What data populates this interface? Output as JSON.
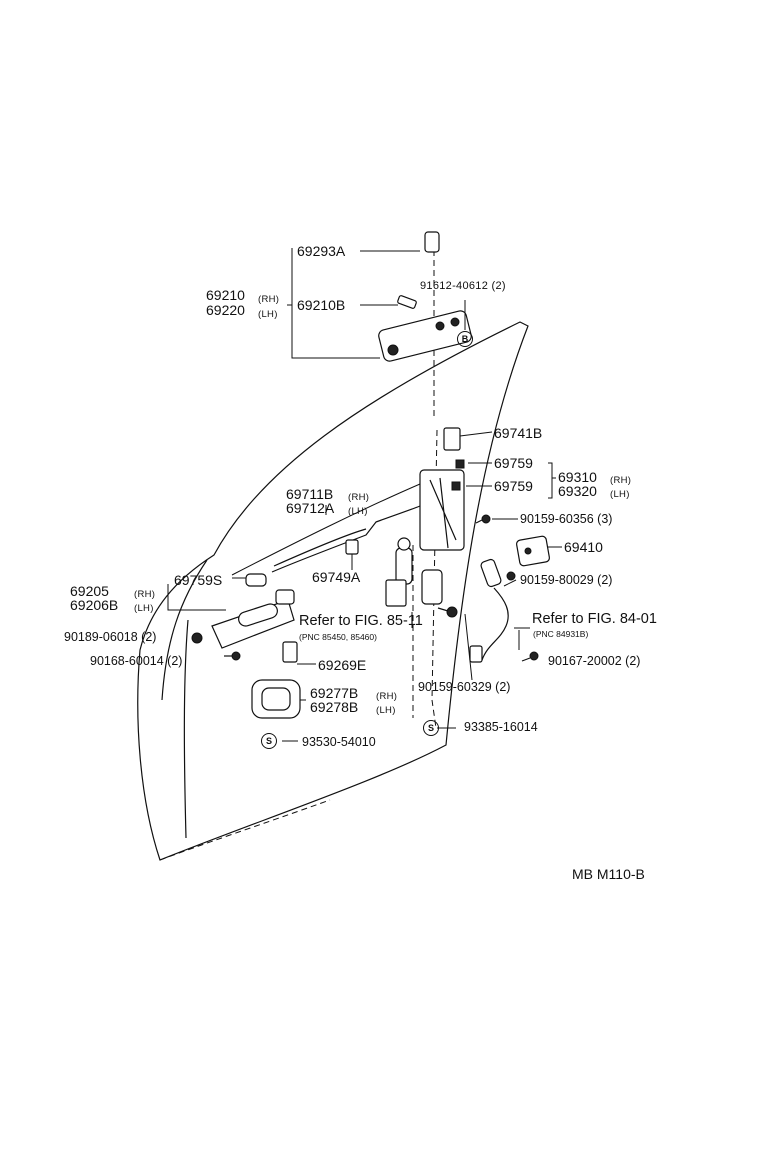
{
  "diagram": {
    "figure_code": "MB  M110-B",
    "callouts": {
      "p69293A": "69293A",
      "p69210": "69210",
      "p69220": "69220",
      "p69210B": "69210B",
      "p91612": "91612-40612 (2)",
      "p69741B": "69741B",
      "p69759a": "69759",
      "p69759b": "69759",
      "p69310": "69310",
      "p69320": "69320",
      "p69711B": "69711B",
      "p69712A": "69712A",
      "p90159_60356": "90159-60356 (3)",
      "p69410": "69410",
      "p69205": "69205",
      "p69206B": "69206B",
      "p69759S": "69759S",
      "p69749A": "69749A",
      "p90159_80029": "90159-80029 (2)",
      "ref85": "Refer to FIG. 85-11",
      "ref85_pnc": "(PNC 85450, 85460)",
      "ref84": "Refer to FIG. 84-01",
      "ref84_pnc": "(PNC 84931B)",
      "p90189": "90189-06018 (2)",
      "p90168": "90168-60014 (2)",
      "p69269E": "69269E",
      "p90167": "90167-20002 (2)",
      "p90159_60329": "90159-60329 (2)",
      "p69277B": "69277B",
      "p69278B": "69278B",
      "p93385": "93385-16014",
      "p93530": "93530-54010"
    },
    "side_tags": {
      "rh": "(RH)",
      "lh": "(LH)"
    },
    "circle_marks": {
      "b": "B",
      "s": "S"
    }
  }
}
